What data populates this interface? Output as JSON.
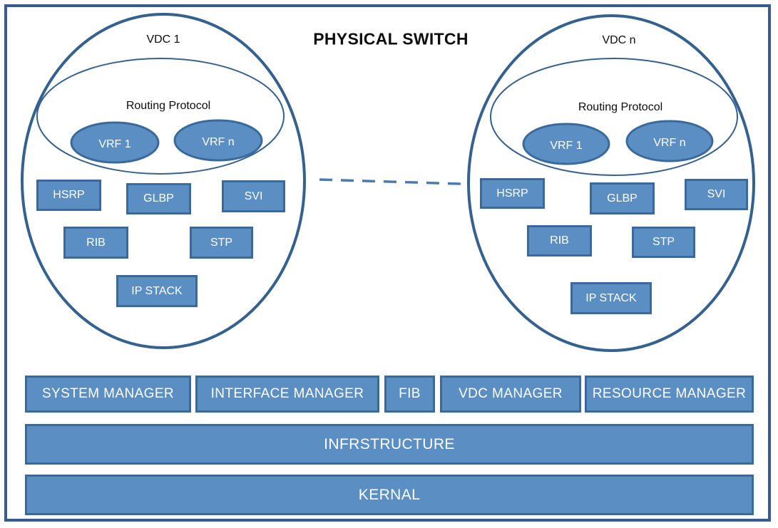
{
  "diagram": {
    "title": "PHYSICAL SWITCH",
    "frame_border_color": "#3a5c8c",
    "box_fill_color": "#5b8fc4",
    "box_border_color": "#3a6a9c",
    "outline_color": "#35618f",
    "link_color": "#4a7cb0"
  },
  "vdcs": [
    {
      "id": "vdc-1",
      "title": "VDC 1",
      "routing_protocol": {
        "title": "Routing Protocol",
        "vrfs": [
          {
            "label": "VRF 1"
          },
          {
            "label": "VRF n"
          }
        ]
      },
      "modules": [
        {
          "label": "HSRP"
        },
        {
          "label": "GLBP"
        },
        {
          "label": "SVI"
        },
        {
          "label": "RIB"
        },
        {
          "label": "STP"
        },
        {
          "label": "IP STACK"
        }
      ]
    },
    {
      "id": "vdc-n",
      "title": "VDC n",
      "routing_protocol": {
        "title": "Routing Protocol",
        "vrfs": [
          {
            "label": "VRF 1"
          },
          {
            "label": "VRF n"
          }
        ]
      },
      "modules": [
        {
          "label": "HSRP"
        },
        {
          "label": "GLBP"
        },
        {
          "label": "SVI"
        },
        {
          "label": "RIB"
        },
        {
          "label": "STP"
        },
        {
          "label": "IP STACK"
        }
      ]
    }
  ],
  "manager_layer": [
    {
      "label": "SYSTEM MANAGER"
    },
    {
      "label": "INTERFACE MANAGER"
    },
    {
      "label": "FIB"
    },
    {
      "label": "VDC MANAGER"
    },
    {
      "label": "RESOURCE MANAGER"
    }
  ],
  "base_layers": [
    {
      "label": "INFRSTRUCTURE"
    },
    {
      "label": "KERNAL"
    }
  ]
}
